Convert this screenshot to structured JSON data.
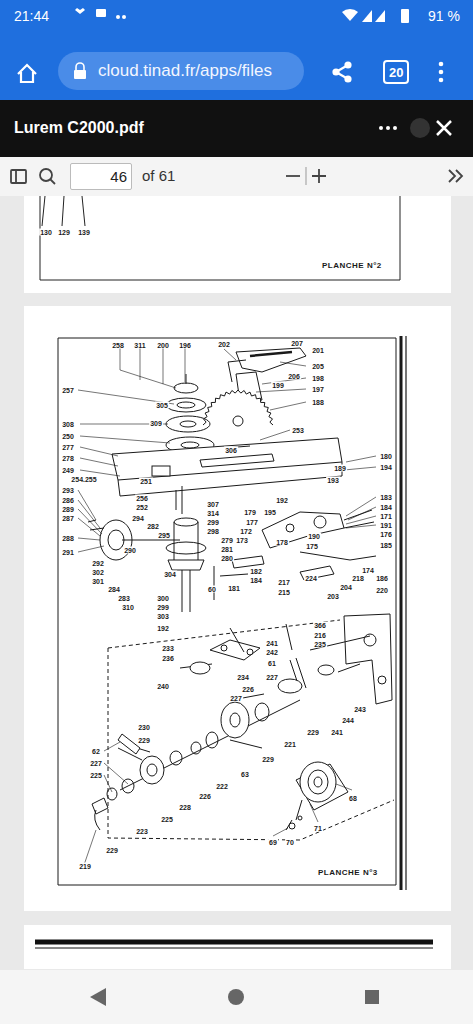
{
  "diagram": {
    "nodes": [
      {
        "text": [
          "cloud.tinad.fr/apps/files"
        ]
      },
      {
        "text": [
          "20"
        ]
      },
      {
        "text": [
          "46"
        ]
      }
    ],
    "labels": [
      "21:44",
      "91 %",
      "Lurem C2000.pdf",
      "of 61",
      "130",
      "129",
      "139",
      "PLANCHE N°2",
      "258",
      "311",
      "200",
      "196",
      "202",
      "207",
      "201",
      "205",
      "206",
      "198",
      "199",
      "197",
      "188",
      "257",
      "305",
      "309",
      "253",
      "308",
      "250",
      "306",
      "277",
      "278",
      "249",
      "254.255",
      "180",
      "194",
      "189",
      "193",
      "251",
      "293",
      "286",
      "289",
      "287",
      "256",
      "252",
      "294",
      "282",
      "307",
      "314",
      "299",
      "298",
      "183",
      "184",
      "171",
      "191",
      "176",
      "185",
      "192",
      "195",
      "179",
      "177",
      "172",
      "173",
      "279",
      "281",
      "280",
      "295",
      "288",
      "290",
      "291",
      "292",
      "302",
      "301",
      "284",
      "283",
      "310",
      "304",
      "300",
      "299",
      "303",
      "192",
      "178",
      "190",
      "175",
      "182",
      "184",
      "181",
      "60",
      "217",
      "215",
      "224",
      "203",
      "204",
      "218",
      "174",
      "186",
      "220",
      "366",
      "216",
      "235",
      "241",
      "242",
      "61",
      "233",
      "236",
      "234",
      "227",
      "240",
      "226",
      "227",
      "243",
      "244",
      "229",
      "241",
      "230",
      "229",
      "221",
      "62",
      "227",
      "225",
      "229",
      "63",
      "222",
      "226",
      "228",
      "225",
      "223",
      "68",
      "71",
      "69",
      "70",
      "229",
      "219",
      "PLANCHE N°3"
    ]
  }
}
